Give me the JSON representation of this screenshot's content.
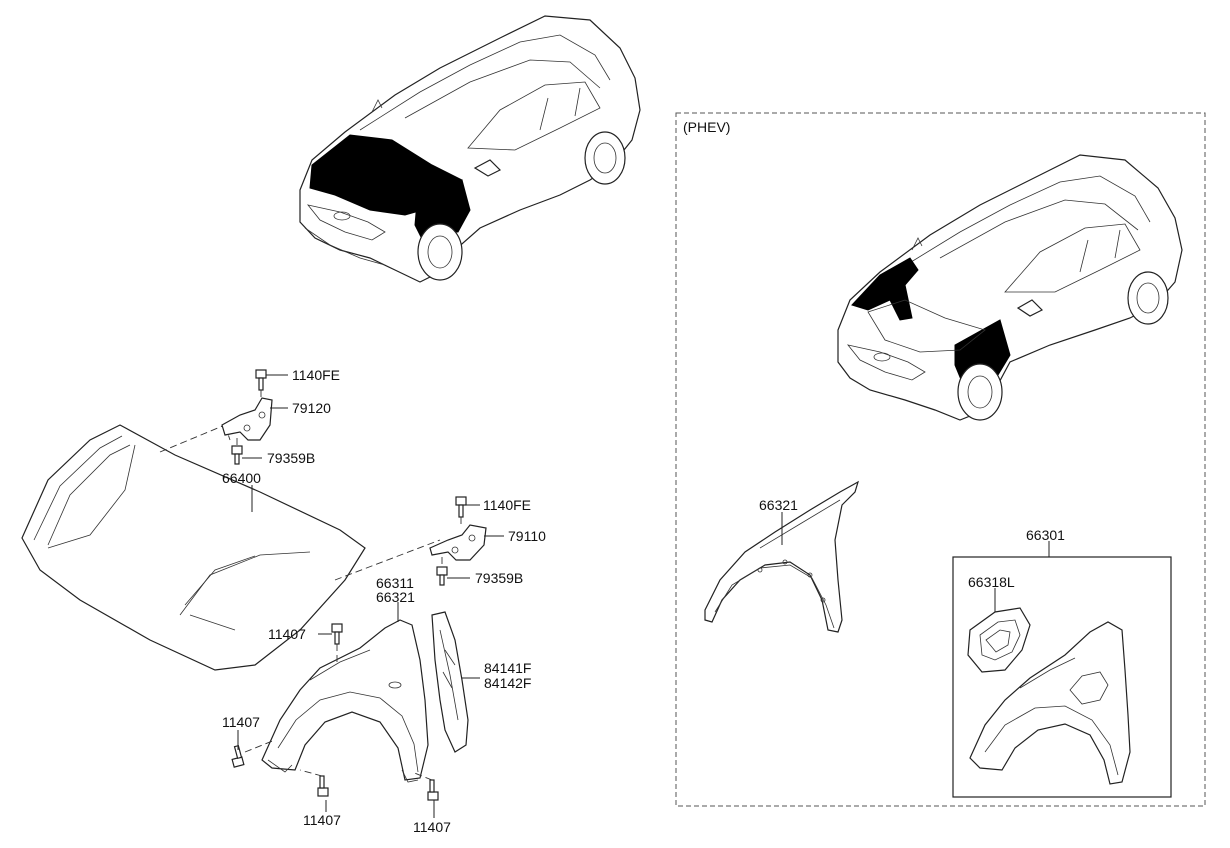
{
  "phev_section_label": "(PHEV)",
  "parts": {
    "bolt_top_1": "1140FE",
    "hinge_left": "79120",
    "bolt_bottom_1": "79359B",
    "hood": "66400",
    "bolt_top_2": "1140FE",
    "hinge_right": "79110",
    "bolt_bottom_2": "79359B",
    "fender_a": "66311",
    "fender_b": "66321",
    "fender_bolt_top": "11407",
    "liner_a": "84141F",
    "liner_b": "84142F",
    "fender_bolt_left": "11407",
    "fender_bolt_bottom": "11407",
    "fender_bolt_right": "11407",
    "phev_fender": "66321",
    "phev_assembly": "66301",
    "phev_filler_door": "66318L"
  }
}
